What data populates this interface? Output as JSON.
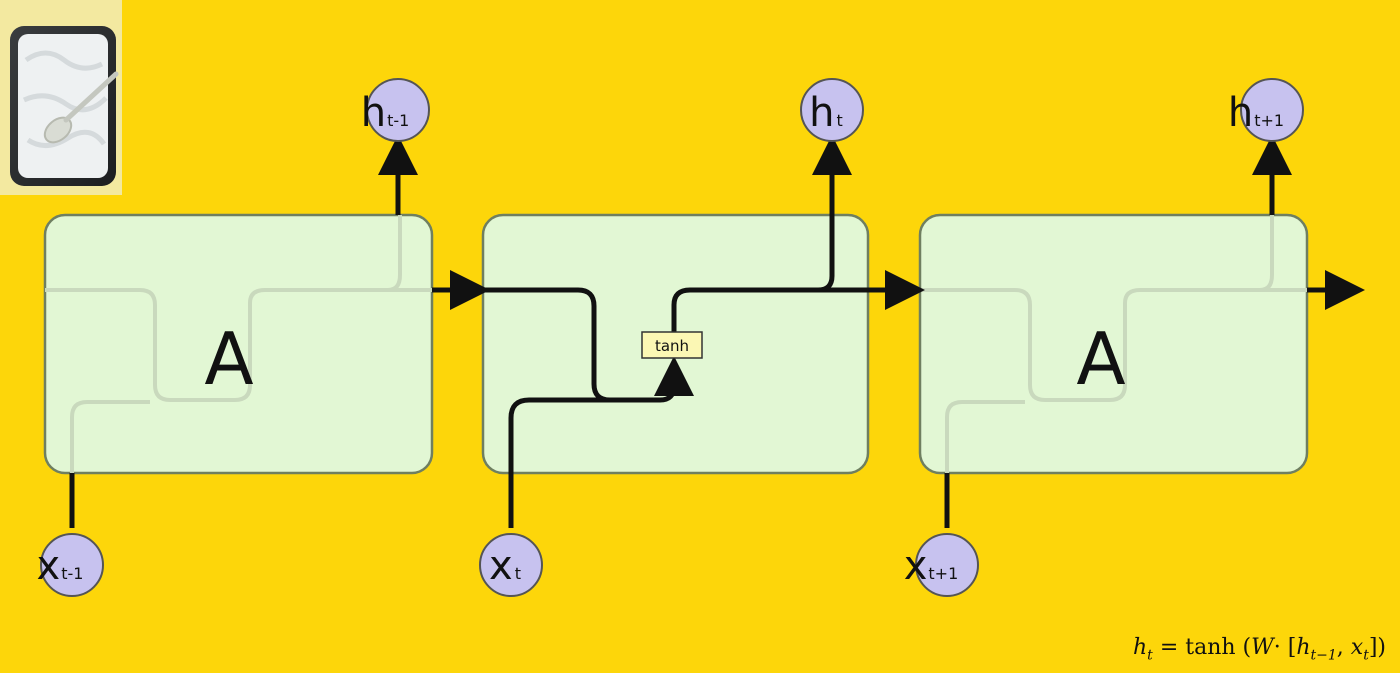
{
  "diagram": {
    "cells": [
      {
        "letter": "A"
      },
      {
        "letter": ""
      },
      {
        "letter": "A"
      }
    ],
    "activation_label": "tanh",
    "outputs": [
      {
        "base": "h",
        "sub": "t-1"
      },
      {
        "base": "h",
        "sub": "t"
      },
      {
        "base": "h",
        "sub": "t+1"
      }
    ],
    "inputs": [
      {
        "base": "x",
        "sub": "t-1"
      },
      {
        "base": "x",
        "sub": "t"
      },
      {
        "base": "x",
        "sub": "t+1"
      }
    ],
    "formula": {
      "lhs": "h",
      "lhs_sub": "t",
      "rhs_prefix": "= tanh (",
      "W": "W",
      "dot": "·",
      "h": "h",
      "h_sub": "t−1",
      "x": "x",
      "x_sub": "t"
    }
  },
  "colors": {
    "background": "#fdd60a",
    "cell_fill": "#e2f7d4",
    "cell_stroke": "#6f7f60",
    "node_fill": "#c7c2ef",
    "tanh_fill": "#fbf7b4",
    "line": "#111111"
  },
  "thumbnail": {
    "icon": "yogurt-tray-icon"
  }
}
